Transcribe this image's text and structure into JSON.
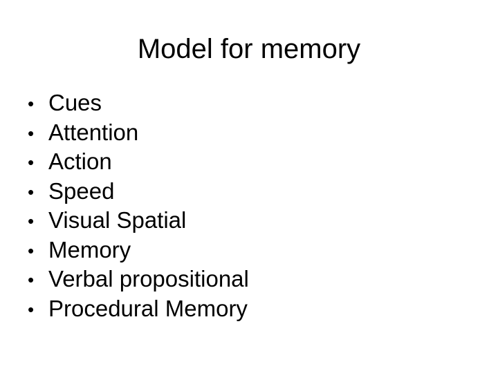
{
  "slide": {
    "title": "Model for memory",
    "background_color": "#ffffff",
    "text_color": "#000000",
    "bullet_glyph": "•",
    "bullet_icon_name": "bullet-dot-icon",
    "items": [
      {
        "label": "Cues"
      },
      {
        "label": "Attention"
      },
      {
        "label": "Action"
      },
      {
        "label": "Speed"
      },
      {
        "label": "Visual Spatial"
      },
      {
        "label": "Memory"
      },
      {
        "label": "Verbal propositional"
      },
      {
        "label": "Procedural Memory"
      }
    ]
  }
}
